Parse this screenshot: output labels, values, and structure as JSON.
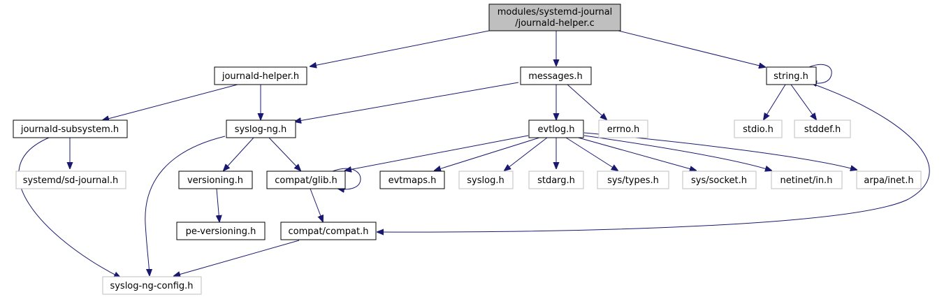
{
  "nodes": {
    "root_line1": "modules/systemd-journal",
    "root_line2": "/journald-helper.c",
    "journald_helper": "journald-helper.h",
    "messages": "messages.h",
    "string": "string.h",
    "journald_subsystem": "journald-subsystem.h",
    "syslog_ng": "syslog-ng.h",
    "evtlog": "evtlog.h",
    "errno": "errno.h",
    "stdio": "stdio.h",
    "stddef": "stddef.h",
    "sd_journal": "systemd/sd-journal.h",
    "versioning": "versioning.h",
    "compat_glib": "compat/glib.h",
    "evtmaps": "evtmaps.h",
    "syslog": "syslog.h",
    "stdarg": "stdarg.h",
    "sys_types": "sys/types.h",
    "sys_socket": "sys/socket.h",
    "netinet_in": "netinet/in.h",
    "arpa_inet": "arpa/inet.h",
    "pe_versioning": "pe-versioning.h",
    "compat_compat": "compat/compat.h",
    "syslog_ng_config": "syslog-ng-config.h"
  },
  "colors": {
    "edge": "#191970",
    "root_fill": "#bfbfbf",
    "project_border": "#000000",
    "external_border": "#bfbfbf"
  }
}
